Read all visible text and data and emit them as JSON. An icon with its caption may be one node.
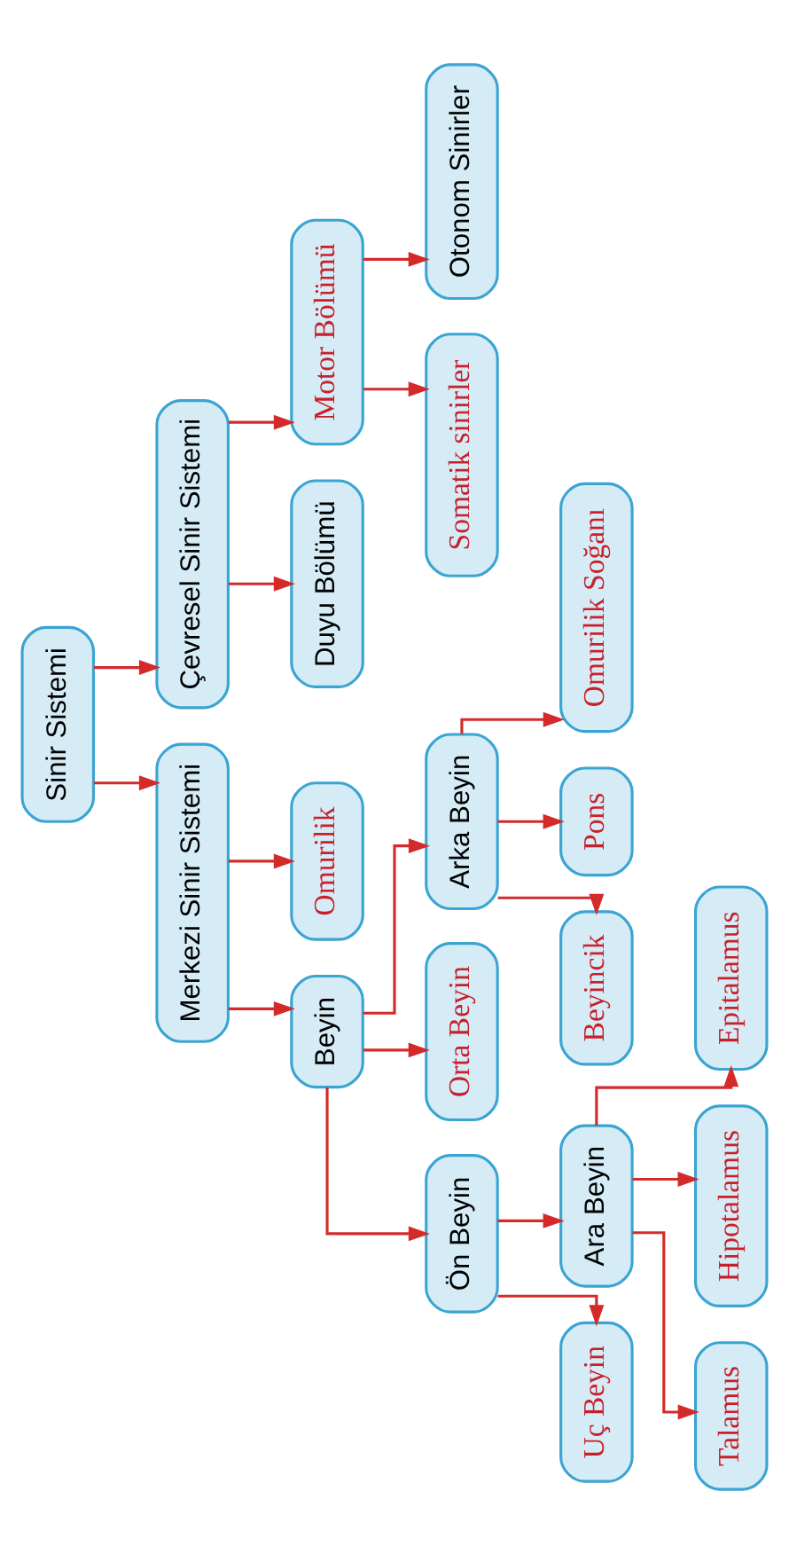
{
  "diagram": {
    "nodes": [
      {
        "text": [
          "Sinir Sistemi"
        ]
      },
      {
        "text": [
          "Merkezi Sinir Sistemi"
        ]
      },
      {
        "text": [
          "Çevresel Sinir Sistemi"
        ]
      },
      {
        "text": [
          "Beyin"
        ]
      },
      {
        "text": [
          "Omurilik"
        ]
      },
      {
        "text": [
          "Duyu Bölümü"
        ]
      },
      {
        "text": [
          "Motor Bölümü"
        ]
      },
      {
        "text": [
          "Ön Beyin"
        ]
      },
      {
        "text": [
          "Orta Beyin"
        ]
      },
      {
        "text": [
          "Arka Beyin"
        ]
      },
      {
        "text": [
          "Somatik sinirler"
        ]
      },
      {
        "text": [
          "Otonom Sinirler"
        ]
      },
      {
        "text": [
          "Uç Beyin"
        ]
      },
      {
        "text": [
          "Ara Beyin"
        ]
      },
      {
        "text": [
          "Beyincik"
        ]
      },
      {
        "text": [
          "Pons"
        ]
      },
      {
        "text": [
          "Omurilik Soğanı"
        ]
      },
      {
        "text": [
          "Talamus"
        ]
      },
      {
        "text": [
          "Hipotalamus"
        ]
      },
      {
        "text": [
          "Epitalamus"
        ]
      }
    ],
    "edges": [
      {
        "from": 0,
        "to": 1,
        "arrow": "to"
      },
      {
        "from": 0,
        "to": 2,
        "arrow": "to"
      },
      {
        "from": 1,
        "to": 3,
        "arrow": "to"
      },
      {
        "from": 1,
        "to": 4,
        "arrow": "to"
      },
      {
        "from": 2,
        "to": 5,
        "arrow": "to"
      },
      {
        "from": 2,
        "to": 6,
        "arrow": "to"
      },
      {
        "from": 3,
        "to": 7,
        "arrow": "to"
      },
      {
        "from": 3,
        "to": 8,
        "arrow": "to"
      },
      {
        "from": 3,
        "to": 9,
        "arrow": "to"
      },
      {
        "from": 6,
        "to": 10,
        "arrow": "to"
      },
      {
        "from": 6,
        "to": 11,
        "arrow": "to"
      },
      {
        "from": 7,
        "to": 12,
        "arrow": "to"
      },
      {
        "from": 7,
        "to": 13,
        "arrow": "to"
      },
      {
        "from": 9,
        "to": 14,
        "arrow": "to"
      },
      {
        "from": 9,
        "to": 15,
        "arrow": "to"
      },
      {
        "from": 9,
        "to": 16,
        "arrow": "to"
      },
      {
        "from": 13,
        "to": 17,
        "arrow": "to"
      },
      {
        "from": 13,
        "to": 18,
        "arrow": "to"
      },
      {
        "from": 13,
        "to": 19,
        "arrow": "to"
      }
    ]
  }
}
